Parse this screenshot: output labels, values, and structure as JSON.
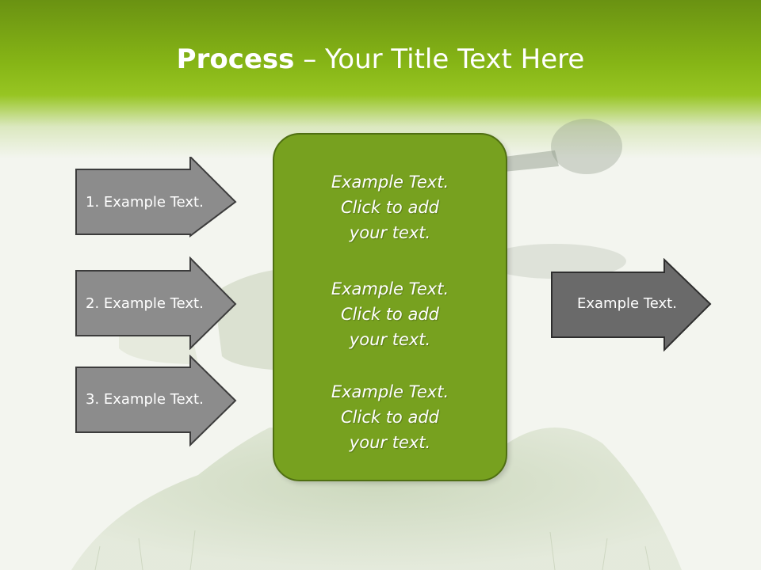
{
  "title": {
    "bold": "Process",
    "dash": " – ",
    "rest": "Your Title Text Here"
  },
  "left_arrows": [
    {
      "label": "1. Example Text."
    },
    {
      "label": "2. Example Text."
    },
    {
      "label": "3. Example Text."
    }
  ],
  "center_box": {
    "blocks": [
      {
        "line1": "Example Text.",
        "line2": "Click  to add",
        "line3": "your text."
      },
      {
        "line1": "Example Text.",
        "line2": "Click  to add",
        "line3": "your text."
      },
      {
        "line1": "Example Text.",
        "line2": "Click  to add",
        "line3": "your text."
      }
    ]
  },
  "right_arrow": {
    "label": "Example Text."
  },
  "colors": {
    "green_band": "#86b516",
    "center_box": "#77a11f",
    "left_arrow_fill": "#8c8c8c",
    "right_arrow_fill": "#6a6a6a"
  }
}
